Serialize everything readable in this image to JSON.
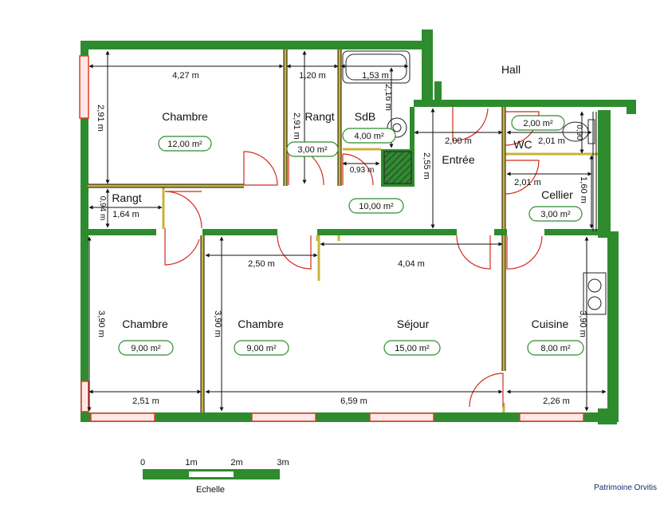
{
  "colors": {
    "wall": "#2e8b2e",
    "partition": "#c9b33a",
    "window": "#e03c2c",
    "door": "#d22b20",
    "text": "#111111",
    "area_border": "#2e8b2e"
  },
  "rooms": {
    "chambre_1": {
      "name": "Chambre",
      "area": "12,00 m²"
    },
    "rangt_1": {
      "name": "Rangt",
      "area": "3,00 m²"
    },
    "sdb": {
      "name": "SdB",
      "area": "4,00 m²"
    },
    "hall": {
      "name": "Hall"
    },
    "entree": {
      "name": "Entrée",
      "area": "10,00 m²"
    },
    "wc": {
      "name": "WC",
      "area": "2,00 m²"
    },
    "cellier": {
      "name": "Cellier",
      "area": "3,00 m²"
    },
    "rangt_2": {
      "name": "Rangt"
    },
    "chambre_2": {
      "name": "Chambre",
      "area": "9,00 m²"
    },
    "chambre_3": {
      "name": "Chambre",
      "area": "9,00 m²"
    },
    "sejour": {
      "name": "Séjour",
      "area": "15,00 m²"
    },
    "cuisine": {
      "name": "Cuisine",
      "area": "8,00 m²"
    }
  },
  "dimensions": {
    "d_427": "4,27 m",
    "d_120": "1,20 m",
    "d_153": "1,53 m",
    "d_216": "2,16 m",
    "d_291_a": "2,91 m",
    "d_291_b": "2,91 m",
    "d_093": "0,93 m",
    "d_200_entree": "2,00 m",
    "d_255": "2,55 m",
    "d_201_wc": "2,01 m",
    "d_090": "0,90",
    "d_201_cellier": "2,01 m",
    "d_160": "1,60 m",
    "d_094": "0,94 m",
    "d_164": "1,64 m",
    "d_250": "2,50 m",
    "d_404": "4,04 m",
    "d_390_a": "3,90 m",
    "d_390_b": "3,90 m",
    "d_390_c": "3,90 m",
    "d_251": "2,51 m",
    "d_659": "6,59 m",
    "d_226": "2,26 m"
  },
  "scale": {
    "label": "Echelle",
    "ticks": [
      "0",
      "1m",
      "2m",
      "3m"
    ]
  },
  "credit": "Patrimoine Orvitis"
}
